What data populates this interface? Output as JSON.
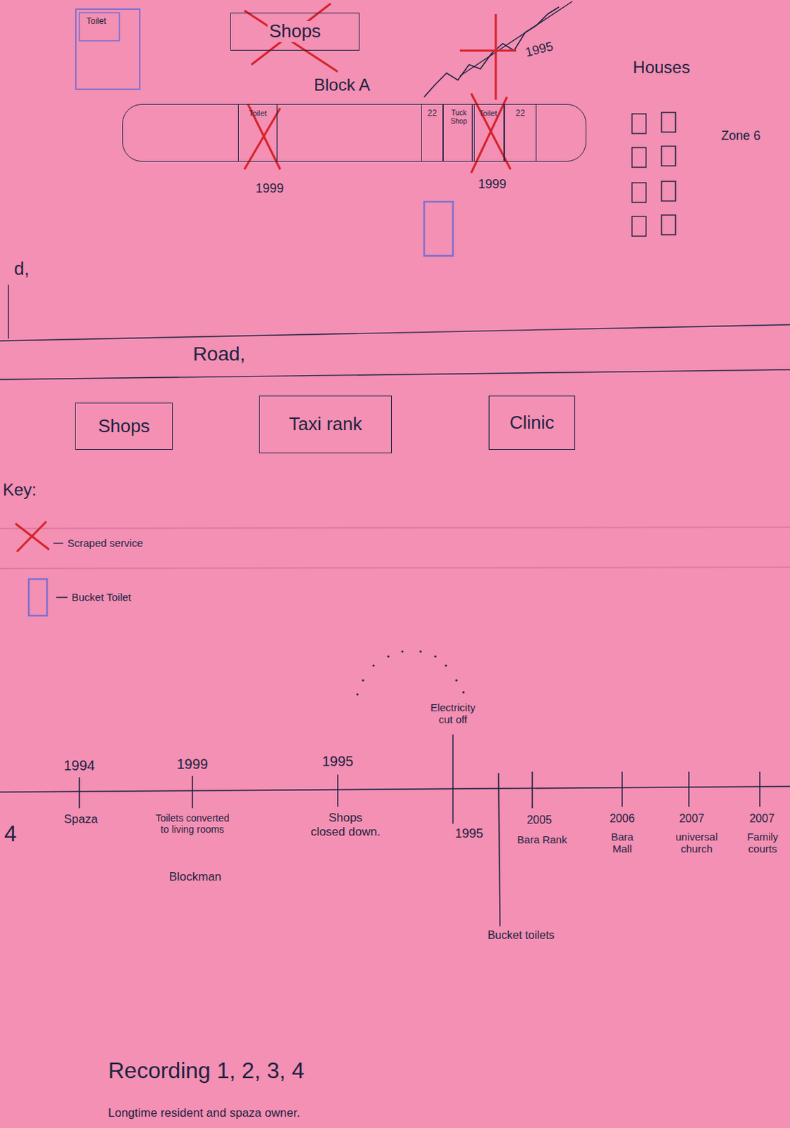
{
  "diagram": {
    "nodes": [
      {
        "text": [
          "Toilet"
        ]
      },
      {
        "text": [
          "Shops"
        ]
      },
      {
        "text": [
          "Block A"
        ]
      },
      {
        "text": [
          "Toilet"
        ],
        "in": 2
      },
      {
        "text": [
          "22"
        ],
        "in": 2
      },
      {
        "text": [
          "Tuck Shop"
        ],
        "in": 2
      },
      {
        "text": [
          "Toilet"
        ],
        "in": 2
      },
      {
        "text": [
          "22"
        ],
        "in": 2
      },
      {
        "text": [
          "Shops"
        ]
      },
      {
        "text": [
          "Taxi rank"
        ]
      },
      {
        "text": [
          "Clinic"
        ]
      }
    ],
    "labels": [
      "1995",
      "1999",
      "1999",
      "Houses",
      "Zone 6",
      "d,",
      "Road,",
      "Key:",
      "1994",
      "Spaza",
      "1999",
      "Toilets converted to living rooms",
      "Blockman",
      "1995",
      "Shops closed down.",
      "Electricity cut off",
      "1995",
      "Bucket toilets",
      "2005",
      "Bara Rank",
      "2006",
      "Bara Mall",
      "2007",
      "universal church",
      "2007",
      "Family courts",
      "4",
      "Recording 1, 2, 3, 4",
      "Longtime resident and spaza owner."
    ],
    "legend": [
      {
        "text": "Scraped service"
      },
      {
        "text": "Bucket Toilet"
      }
    ]
  }
}
